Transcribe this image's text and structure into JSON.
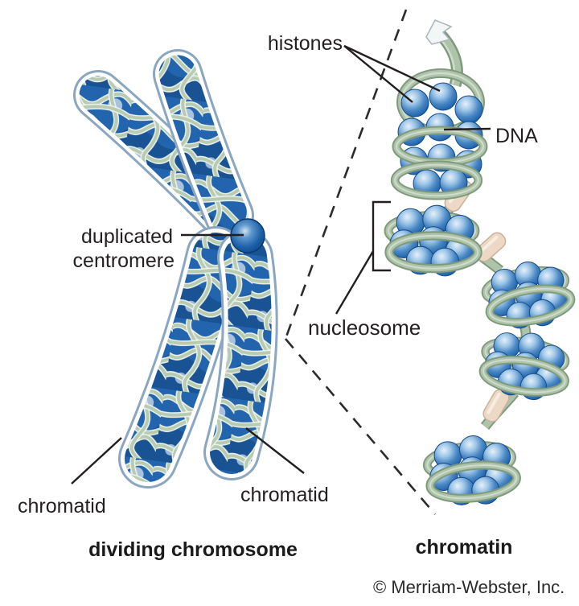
{
  "figure": {
    "left_panel": {
      "caption": "dividing chromosome",
      "labels": {
        "centromere_line1": "duplicated",
        "centromere_line2": "centromere",
        "chromatid_left": "chromatid",
        "chromatid_right": "chromatid"
      }
    },
    "right_panel": {
      "caption": "chromatin",
      "labels": {
        "histones": "histones",
        "dna": "DNA",
        "nucleosome": "nucleosome"
      }
    },
    "credit": "© Merriam-Webster, Inc."
  },
  "palette": {
    "background": "#ffffff",
    "label_text": "#231f20",
    "histone_sphere_blue": "#3f7fbe",
    "dna_ribbon_green": "#aec3aa",
    "linker_beige": "#ecd8c4",
    "centromere_blue": "#155a9e",
    "chromosome_fill_blue": "#2264ad",
    "chromatin_thread_sage": "#b7cbb2",
    "chromosome_outline": "#8aa6c0"
  }
}
